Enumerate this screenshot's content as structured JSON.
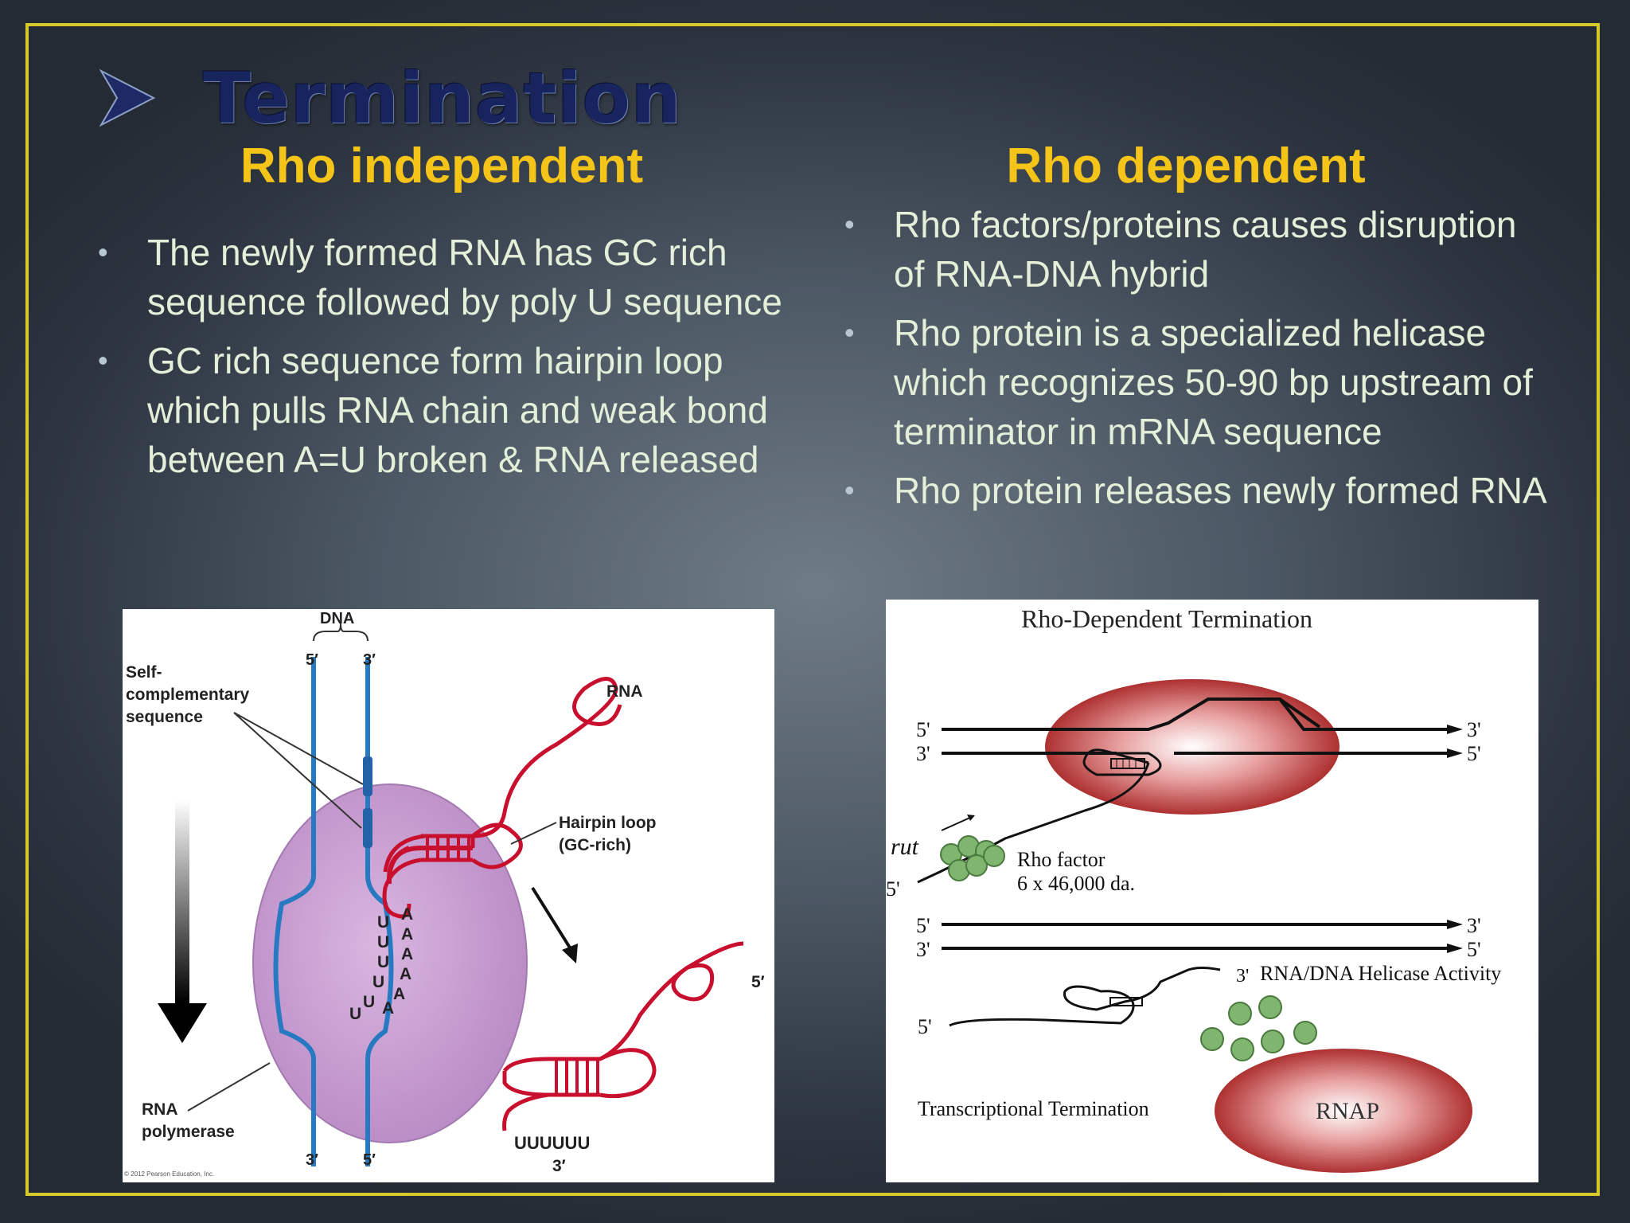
{
  "slide": {
    "title": "Termination",
    "colors": {
      "title": "#17245e",
      "heading": "#f5c418",
      "body_text": "#e3efd9",
      "frame": "#d8c92a"
    }
  },
  "left": {
    "heading": "Rho independent",
    "bullets": [
      "The newly formed RNA has GC rich sequence followed by poly U sequence",
      "GC rich sequence form hairpin loop which pulls RNA chain and weak bond between A=U broken & RNA released"
    ],
    "figure": {
      "dna": "DNA",
      "five_prime": "5′",
      "three_prime": "3′",
      "self_comp_line1": "Self-",
      "self_comp_line2": "complementary",
      "self_comp_line3": "sequence",
      "rna": "RNA",
      "hairpin_line1": "Hairpin loop",
      "hairpin_line2": "(GC-rich)",
      "u_bases": [
        "U",
        "U",
        "U",
        "U",
        "U",
        "U"
      ],
      "a_bases": [
        "A",
        "A",
        "A",
        "A",
        "A",
        "A"
      ],
      "rna_pol_line1": "RNA",
      "rna_pol_line2": "polymerase",
      "uuuuuu": "UUUUUU",
      "copyright": "© 2012 Pearson Education, Inc."
    }
  },
  "right": {
    "heading": "Rho dependent",
    "bullets": [
      "Rho factors/proteins causes disruption of RNA-DNA hybrid",
      "Rho protein is a specialized helicase which recognizes 50-90 bp upstream of terminator in mRNA sequence",
      "Rho protein releases newly formed RNA"
    ],
    "figure": {
      "title": "Rho-Dependent Termination",
      "five_prime": "5'",
      "three_prime": "3'",
      "rut": "rut",
      "rho_factor": "Rho factor",
      "rho_size": "6 x 46,000 da.",
      "helicase": "RNA/DNA Helicase Activity",
      "transcriptional": "Transcriptional Termination",
      "rnap": "RNAP"
    }
  }
}
